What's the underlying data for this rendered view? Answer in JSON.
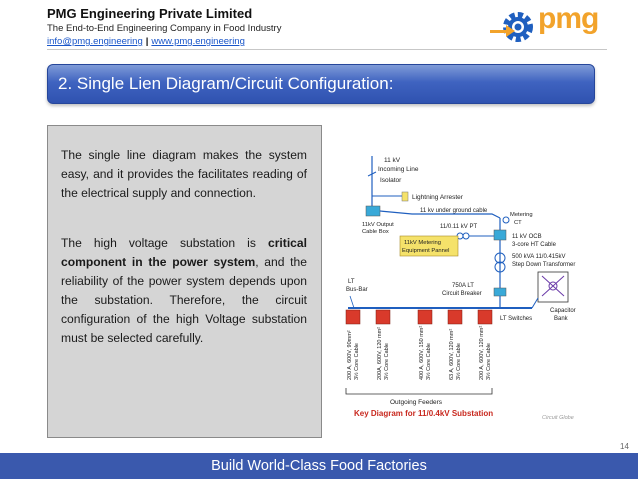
{
  "header": {
    "company": "PMG Engineering Private Limited",
    "tagline": "The End-to-End Engineering Company in Food Industry",
    "email": "info@pmg.engineering",
    "separator": "|",
    "website": "www.pmg.engineering",
    "logo_text": "pmg",
    "logo_icon": "gear-arrow-icon"
  },
  "slide": {
    "title": "2. Single Lien Diagram/Circuit Configuration:",
    "para1": "The single line diagram makes the system easy, and it provides the facilitates reading of the electrical supply and connection.",
    "para2_a": "The high voltage substation is ",
    "para2_bold": "critical component in the power system",
    "para2_b": ", and the reliability of the power system depends upon the substation. Therefore, the circuit configuration of the high Voltage substation must be selected carefully.",
    "page_number": "14"
  },
  "diagram": {
    "labels": {
      "incoming_kv": "11 kV",
      "incoming": "Incoming Line",
      "isolator": "Isolator",
      "lightning": "Lightning Arrester",
      "ug_cable": "11 kv under ground cable",
      "output_box": "11kV Output",
      "cable_box": "Cable Box",
      "metering_ct": "Metering",
      "ct": "CT",
      "pt": "11/0.11 kV PT",
      "metering_panel_1": "11kV Metering",
      "metering_panel_2": "Equipment Pannel",
      "ocb": "11 kV OCB",
      "ht_cable": "3-core HT Cable",
      "transformer_1": "500 kVA 11/0.415kV",
      "transformer_2": "Step Down Transformer",
      "lt_1": "LT",
      "lt_2": "Bus-Bar",
      "breaker_1": "750A LT",
      "breaker_2": "Circuit Breaker",
      "capacitor_1": "Capacitor",
      "capacitor_2": "Bank",
      "lt_switches": "LT Switches",
      "outgoing": "Outgoing Feeders",
      "caption": "Key Diagram for 11/0.4kV Substation",
      "watermark": "Circuit Globe"
    },
    "feeders": [
      {
        "line1": "200 A, 600V, 90mm²",
        "line2": "3½ Core Cable"
      },
      {
        "line1": "200A, 600V, 120 mm²",
        "line2": "3½ Core Cable"
      },
      {
        "line1": "400 A, 600V, 150 mm²",
        "line2": "3½ Core Cable"
      },
      {
        "line1": "63 A, 600V, 120 mm²",
        "line2": "3½ Core Cable"
      },
      {
        "line1": "200 A, 600V, 120 mm²",
        "line2": "3½ Core Cable"
      }
    ],
    "colors": {
      "cyan_box": "#39a9d8",
      "yellow_box": "#f5e26a",
      "switch_red": "#d93a2b",
      "caption_red": "#c8281e",
      "line_blue": "#1f5fbf"
    }
  },
  "footer": {
    "text": "Build World-Class Food Factories"
  }
}
